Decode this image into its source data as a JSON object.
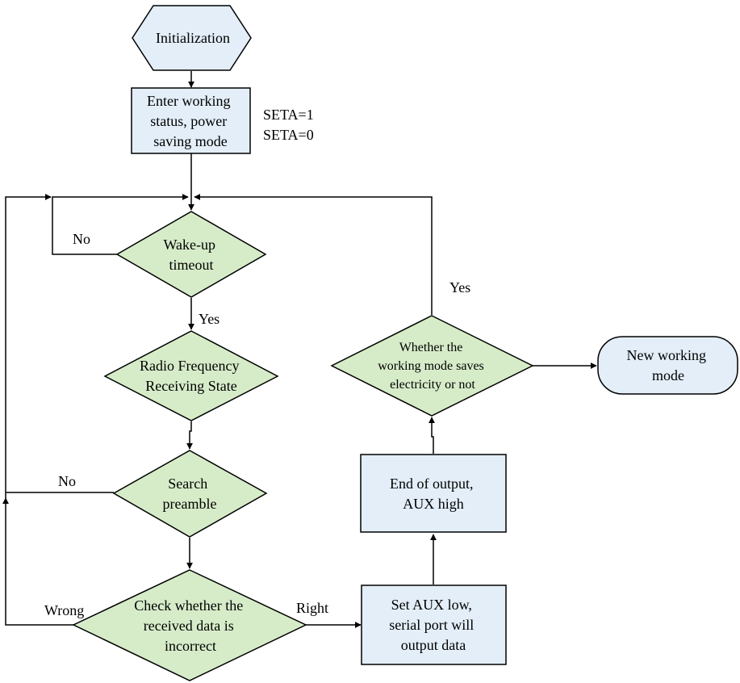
{
  "nodes": {
    "initialization": {
      "lines": [
        "Initialization"
      ]
    },
    "enter_working": {
      "lines": [
        "Enter working",
        "status, power",
        "saving mode"
      ]
    },
    "seta_note": {
      "lines": [
        "SETA=1",
        "SETA=0"
      ]
    },
    "wake_up": {
      "lines": [
        "Wake-up",
        "timeout"
      ]
    },
    "radio_frequency": {
      "lines": [
        "Radio Frequency",
        "Receiving State"
      ]
    },
    "search_preamble": {
      "lines": [
        "Search",
        "preamble"
      ]
    },
    "check_data": {
      "lines": [
        "Check whether the",
        "received data is",
        "incorrect"
      ]
    },
    "set_aux_low": {
      "lines": [
        "Set AUX low,",
        "serial port will",
        "output data"
      ]
    },
    "end_output": {
      "lines": [
        "End of output,",
        "AUX high"
      ]
    },
    "saves_electricity": {
      "lines": [
        "Whether the",
        "working mode saves",
        "electricity or not"
      ]
    },
    "new_mode": {
      "lines": [
        "New working",
        "mode"
      ]
    }
  },
  "edge_labels": {
    "wake_no": "No",
    "wake_yes": "Yes",
    "search_no": "No",
    "check_wrong": "Wrong",
    "check_right": "Right",
    "saves_yes": "Yes"
  },
  "colors": {
    "process_fill": "#e3eef8",
    "decision_fill": "#d6ecc9",
    "line": "#000000"
  }
}
